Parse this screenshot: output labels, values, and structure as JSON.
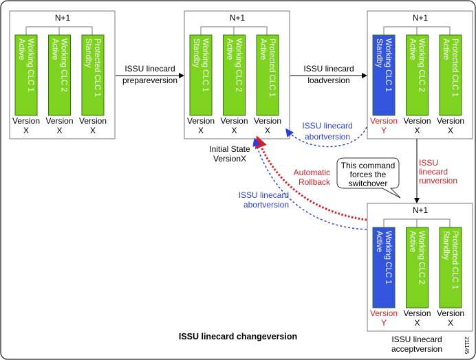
{
  "colors": {
    "card_green": "#7ed321",
    "card_blue": "#3355dd",
    "blue_text": "#2b3fd6",
    "red_text": "#d4202a"
  },
  "boxes": [
    {
      "label": "N+1",
      "cards": [
        {
          "line1": "Working CLC 1",
          "line2": "Active",
          "color": "green",
          "version": "Version",
          "ver": "X",
          "highlight": false
        },
        {
          "line1": "Working CLC 2",
          "line2": "Active",
          "color": "green",
          "version": "Version",
          "ver": "X",
          "highlight": false
        },
        {
          "line1": "Protected CLC 1",
          "line2": "Standby",
          "color": "green",
          "version": "Version",
          "ver": "X",
          "highlight": false
        }
      ]
    },
    {
      "label": "N+1",
      "cards": [
        {
          "line1": "Working CLC 1",
          "line2": "Standby",
          "color": "green",
          "version": "Version",
          "ver": "X",
          "highlight": false
        },
        {
          "line1": "Working CLC 2",
          "line2": "Active",
          "color": "green",
          "version": "Version",
          "ver": "X",
          "highlight": false
        },
        {
          "line1": "Protected CLC 1",
          "line2": "Active",
          "color": "green",
          "version": "Version",
          "ver": "X",
          "highlight": false
        }
      ]
    },
    {
      "label": "N+1",
      "cards": [
        {
          "line1": "Working CLC 1",
          "line2": "Standby",
          "color": "blue",
          "version": "Version",
          "ver": "Y",
          "highlight": true
        },
        {
          "line1": "Working CLC 2",
          "line2": "Active",
          "color": "green",
          "version": "Version",
          "ver": "X",
          "highlight": false
        },
        {
          "line1": "Protected CLC 1",
          "line2": "Active",
          "color": "green",
          "version": "Version",
          "ver": "X",
          "highlight": false
        }
      ]
    },
    {
      "label": "N+1",
      "cards": [
        {
          "line1": "Working CLC 1",
          "line2": "Active",
          "color": "blue",
          "version": "Version",
          "ver": "Y",
          "highlight": true
        },
        {
          "line1": "Working CLC 2",
          "line2": "Active",
          "color": "green",
          "version": "Version",
          "ver": "X",
          "highlight": false
        },
        {
          "line1": "Protected CLC 1",
          "line2": "Standby",
          "color": "green",
          "version": "Version",
          "ver": "X",
          "highlight": false
        }
      ]
    }
  ],
  "labels": {
    "prepare": [
      "ISSU linecard",
      "prepareversion"
    ],
    "load": [
      "ISSU linecard",
      "loadversion"
    ],
    "abort1": [
      "ISSU linecard",
      "abortversion"
    ],
    "initial": [
      "Initial State",
      "VersionX"
    ],
    "run": [
      "ISSU",
      "linecard",
      "runversion"
    ],
    "rollback": [
      "Automatic",
      "Rollback"
    ],
    "abort2": [
      "ISSU linecard",
      "abortversion"
    ],
    "callout": [
      "This command",
      "forces the",
      "switchover"
    ],
    "accept": [
      "ISSU linecard",
      "acceptversion"
    ],
    "title": "ISSU linecard changeversion",
    "figure_id": "211145"
  }
}
